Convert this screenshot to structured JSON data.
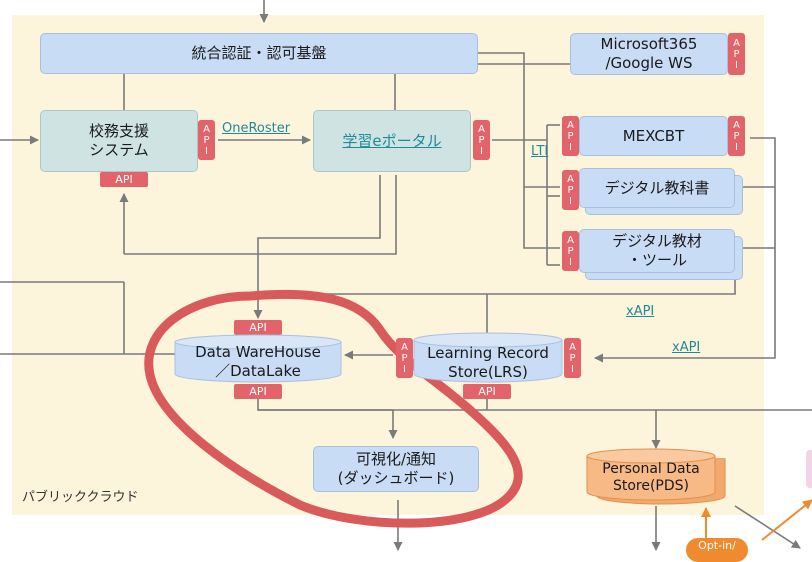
{
  "nodes": {
    "auth": "統合認証・認可基盤",
    "ms365_l1": "Microsoft365",
    "ms365_l2": "/Google WS",
    "sms_l1": "校務支援",
    "sms_l2": "システム",
    "portal": "学習eポータル",
    "mexcbt": "MEXCBT",
    "textbook": "デジタル教科書",
    "tools_l1": "デジタル教材",
    "tools_l2": "・ツール",
    "dwh_l1": "Data WareHouse",
    "dwh_l2": "／DataLake",
    "lrs_l1": "Learning Record",
    "lrs_l2": "Store(LRS)",
    "viz_l1": "可視化/通知",
    "viz_l2": "(ダッシュボード)",
    "pds_l1": "Personal Data",
    "pds_l2": "Store(PDS)"
  },
  "edge_labels": {
    "oneroster": "OneRoster",
    "lti": "LTI",
    "xapi_1": "xAPI",
    "xapi_2": "xAPI",
    "optin": "Opt-in/"
  },
  "api_label": "API",
  "api_letters": [
    "A",
    "P",
    "I"
  ],
  "cloud_label": "パブリッククラウド",
  "colors": {
    "cloud_bg": "#fdf4dc",
    "box_blue": "#c8dcf5",
    "box_teal": "#cfe3e3",
    "api_red": "#e2636a",
    "pds_orange": "#f7b985",
    "highlight_ring": "#d95a5a",
    "arrow_gray": "#7a7a7a",
    "link_teal": "#1f8a9a"
  }
}
